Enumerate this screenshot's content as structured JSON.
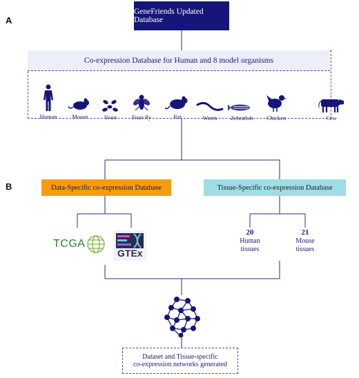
{
  "panels": {
    "a": "A",
    "b": "B"
  },
  "title": "GeneFriends Updated Database",
  "coexpression_header": "Co-expression Database for Human and 8 model organisms",
  "organisms": [
    {
      "label": "Human",
      "icon": "human-icon"
    },
    {
      "label": "Mouse",
      "icon": "mouse-icon"
    },
    {
      "label": "Yeast",
      "icon": "yeast-icon"
    },
    {
      "label": "Fruit fly",
      "icon": "fruit-fly-icon"
    },
    {
      "label": "Rat",
      "icon": "rat-icon"
    },
    {
      "label": "Worm",
      "icon": "worm-icon"
    },
    {
      "label": "Zebrafish",
      "icon": "zebrafish-icon"
    },
    {
      "label": "Chicken",
      "icon": "chicken-icon"
    },
    {
      "label": "Cow",
      "icon": "cow-icon"
    }
  ],
  "data_specific": "Data-Specific co-expression Database",
  "tissue_specific": "Tissue-Specific co-expression Database",
  "logos": {
    "tcga": "TCGA",
    "gtex": "GTEx"
  },
  "human_tissues": {
    "count": "20",
    "line1": "Human",
    "line2": "tissues"
  },
  "mouse_tissues": {
    "count": "21",
    "line1": "Mouse",
    "line2": "tissues"
  },
  "final": {
    "line1": "Dataset and Tissue-specific",
    "line2": "co-expression networks generated"
  },
  "colors": {
    "navy": "#15157a",
    "orange": "#f79b13",
    "cyan": "#9ddde5",
    "tcga_green": "#2e7d32"
  }
}
